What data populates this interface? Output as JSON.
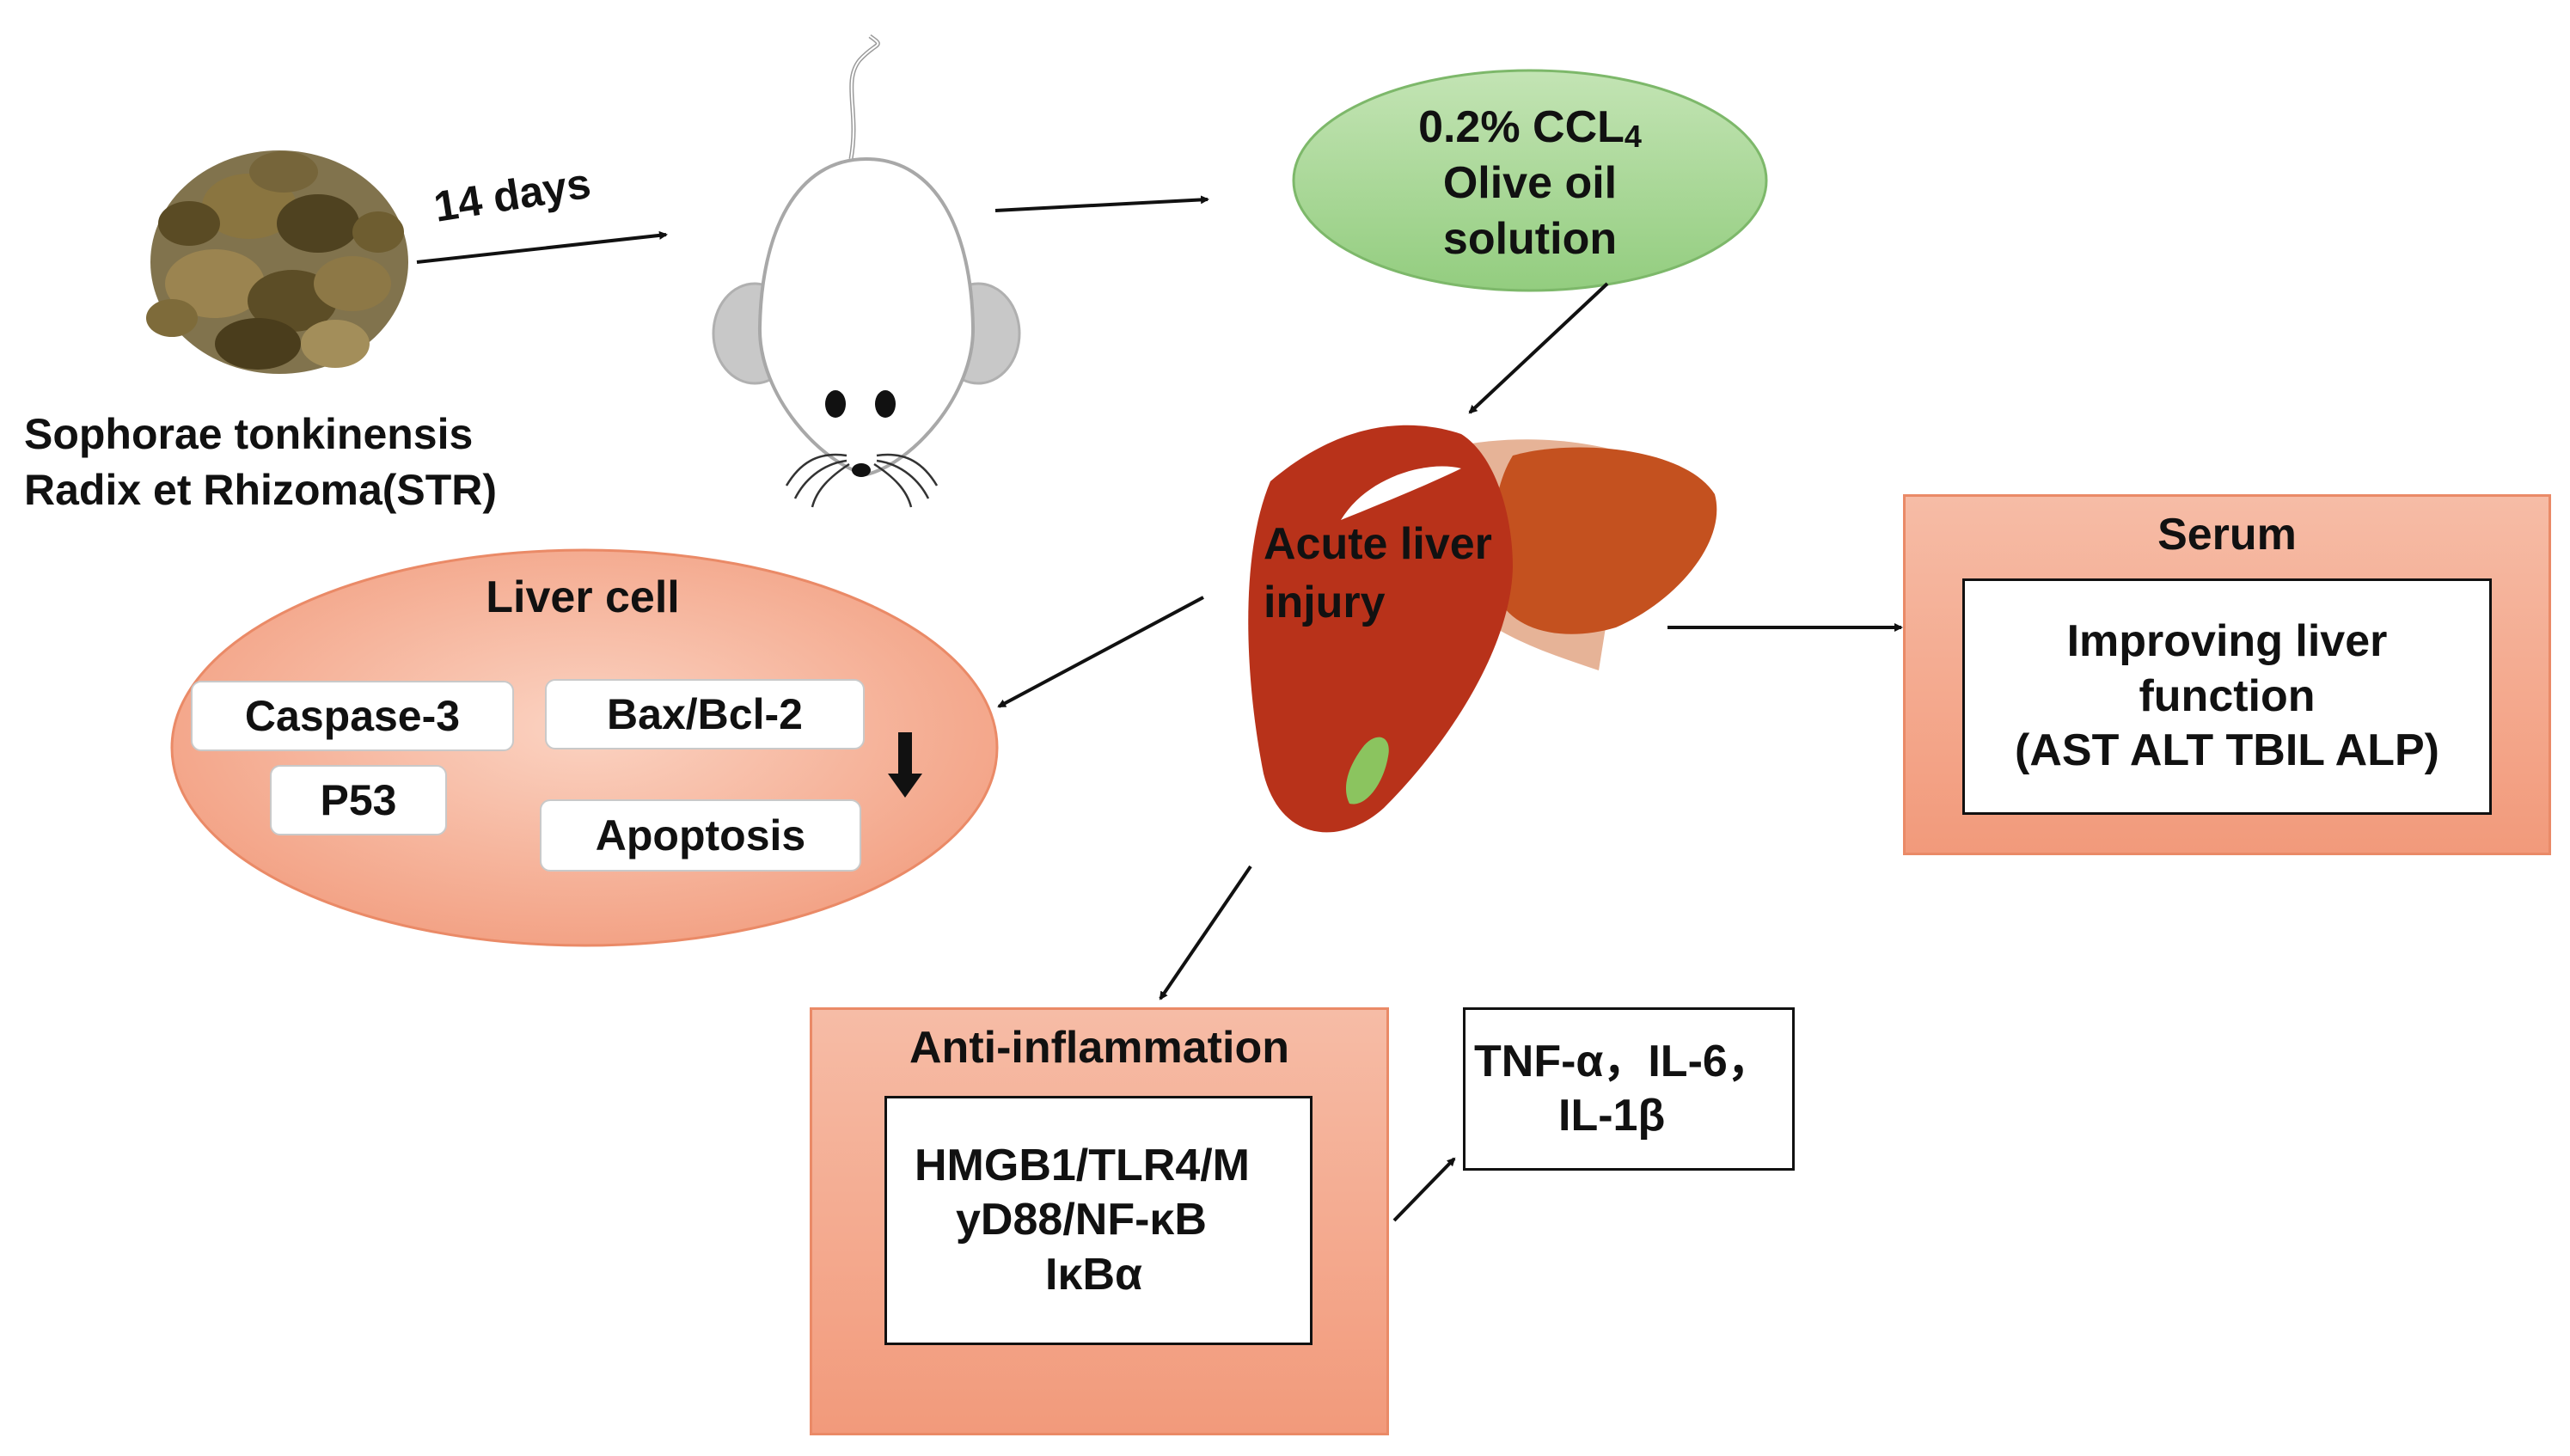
{
  "herb": {
    "line1": "Sophorae tonkinensis",
    "line2": "Radix et Rhizoma(STR)"
  },
  "duration_label": "14 days",
  "induction": {
    "line1_main": "0.2% CCL",
    "line1_sub": "4",
    "line2": "Olive oil",
    "line3": "solution",
    "color": "#a9d89a"
  },
  "liver": {
    "line1": "Acute liver",
    "line2": "injury",
    "color": "#b8321a"
  },
  "liver_cell": {
    "title": "Liver cell",
    "markers": [
      "Caspase-3",
      "Bax/Bcl-2",
      "P53",
      "Apoptosis"
    ],
    "direction": "down"
  },
  "serum": {
    "title": "Serum",
    "line1": "Improving liver",
    "line2": "function",
    "line3": "(AST ALT TBIL ALP)"
  },
  "anti_inflammation": {
    "title": "Anti-inflammation",
    "line1": "HMGB1/TLR4/M",
    "line2": "yD88/NF-κB",
    "line3": "IκBα",
    "line2_direction": "down",
    "line3_direction": "up"
  },
  "cytokines": {
    "line1": "TNF-α，IL-6，",
    "line2": "IL-1β",
    "direction": "down"
  },
  "colors": {
    "panel_fill": "#f4a68a",
    "panel_border": "#ea8a67",
    "arrow": "#111111"
  }
}
